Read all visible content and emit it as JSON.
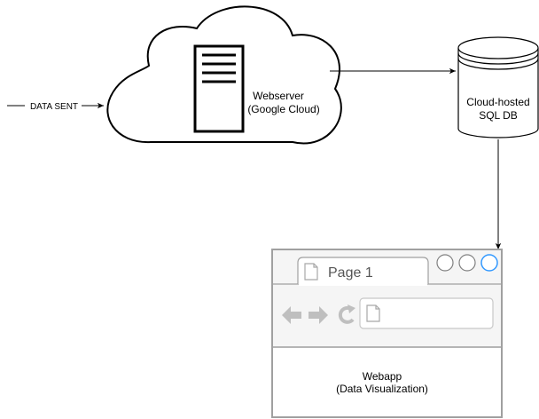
{
  "input_edge": {
    "label": "DATA SENT"
  },
  "webserver": {
    "line1": "Webserver",
    "line2": "(Google Cloud)",
    "icon": "server-rack-icon"
  },
  "database": {
    "line1": "Cloud-hosted",
    "line2": "SQL DB",
    "icon": "database-cylinder-icon"
  },
  "browser": {
    "tab_title": "Page 1",
    "webapp_line1": "Webapp",
    "webapp_line2": "(Data Visualization)",
    "icons": [
      "back-arrow-icon",
      "forward-arrow-icon",
      "reload-icon",
      "page-icon"
    ]
  },
  "colors": {
    "stroke": "#000000",
    "browser_stroke": "#a0a0a0",
    "browser_chrome": "#f5f5f5",
    "nav_gray": "#bfbfbf",
    "highlight_circle": "#3399ff"
  }
}
